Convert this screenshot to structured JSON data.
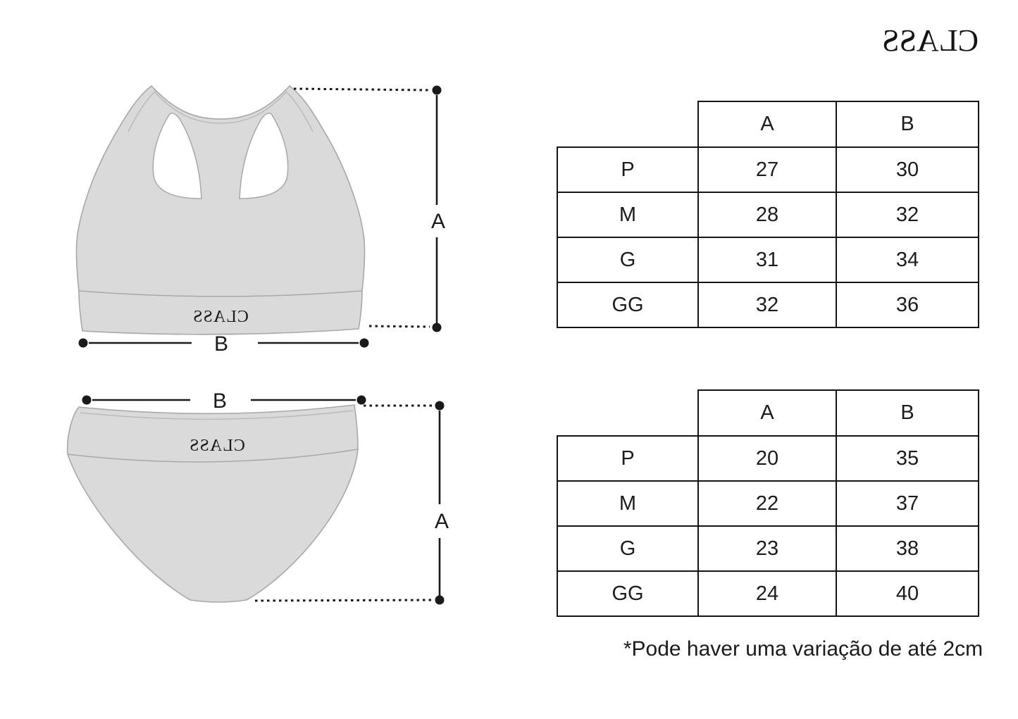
{
  "brand": {
    "logo_text": "CLASS"
  },
  "diagrams": {
    "bra": {
      "name": "sports-top-measure-diagram",
      "label_a": "A",
      "label_b": "B",
      "garment_text": "CLASS"
    },
    "panties": {
      "name": "panties-measure-diagram",
      "label_a": "A",
      "label_b": "B",
      "garment_text": "CLASS"
    }
  },
  "tables": [
    {
      "name": "top-size-table",
      "columns": [
        "A",
        "B"
      ],
      "rows": [
        {
          "label": "P",
          "a": "27",
          "b": "30"
        },
        {
          "label": "M",
          "a": "28",
          "b": "32"
        },
        {
          "label": "G",
          "a": "31",
          "b": "34"
        },
        {
          "label": "GG",
          "a": "32",
          "b": "36"
        }
      ]
    },
    {
      "name": "bottom-size-table",
      "columns": [
        "A",
        "B"
      ],
      "rows": [
        {
          "label": "P",
          "a": "20",
          "b": "35"
        },
        {
          "label": "M",
          "a": "22",
          "b": "37"
        },
        {
          "label": "G",
          "a": "23",
          "b": "38"
        },
        {
          "label": "GG",
          "a": "24",
          "b": "40"
        }
      ]
    }
  ],
  "footnote": {
    "text": "*Pode haver uma variação de até 2cm"
  },
  "colors": {
    "garment_fill": "#dadada",
    "garment_stroke": "#a8a8a8",
    "seam_stroke": "#b9b9b9",
    "garment_logo": "#bfbfbf",
    "line_black": "#1a1a1a",
    "table_border": "#141414",
    "background": "#ffffff"
  }
}
